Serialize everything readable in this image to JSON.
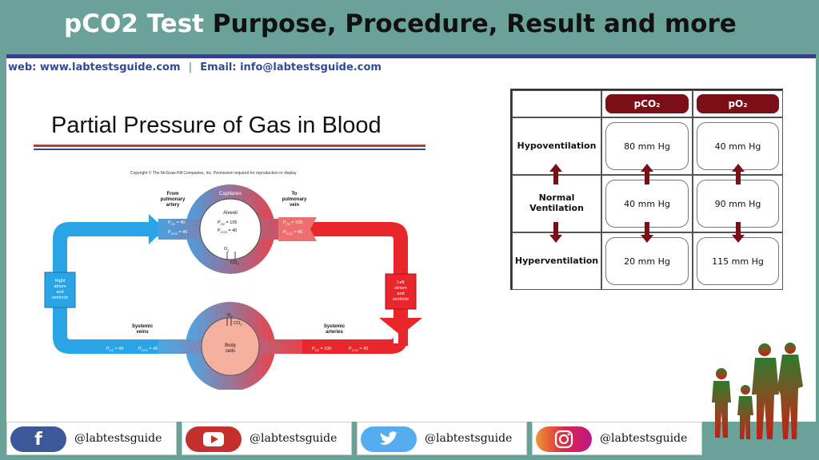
{
  "header": {
    "title_part1": "pCO2 Test ",
    "title_part2": "Purpose, Procedure, Result and more"
  },
  "contact": {
    "web": "web:  www.labtestsguide.com",
    "separator": "|",
    "email": "Email: info@labtestsguide.com"
  },
  "diagram": {
    "title": "Partial Pressure of Gas in Blood",
    "copyright": "Copyright © The McGraw-Hill Companies, Inc. Permission required for reproduction or display",
    "labels": {
      "from_pa_1": "From",
      "from_pa_2": "pulmonary",
      "from_pa_3": "artery",
      "capillaries": "Capillaries",
      "to_pv_1": "To",
      "to_pv_2": "pulmonary",
      "to_pv_3": "vein",
      "alveoli": "Alveoli",
      "alv_po2": "P",
      "alv_po2_val": " = 105",
      "alv_pco2_val": " = 40",
      "in_po2_val": " = 40",
      "in_pco2_val": " = 46",
      "out_po2_val": " = 100",
      "out_pco2_val": " = 40",
      "o2": "O",
      "co2": "CO",
      "right_1": "Right",
      "right_2": "atrium",
      "right_3": "and",
      "right_4": "ventricle",
      "left_1": "Left",
      "left_2": "atrium",
      "left_3": "and",
      "left_4": "ventricle",
      "sys_veins_1": "Systemic",
      "sys_veins_2": "veins",
      "sys_art_1": "Systemic",
      "sys_art_2": "arteries",
      "body_1": "Body",
      "body_2": "cells",
      "sv_po2_val": " = 40",
      "sv_pco2_val": " = 46",
      "sa_po2_val": " = 100",
      "sa_pco2_val": " = 40"
    }
  },
  "table": {
    "headers": [
      "pCO₂",
      "pO₂"
    ],
    "rows": [
      {
        "label": "Hypoventilation",
        "pco2": "80 mm Hg",
        "po2": "40 mm Hg"
      },
      {
        "label": "Normal\nVentilation",
        "pco2": "40 mm Hg",
        "po2": "90 mm Hg"
      },
      {
        "label": "Hyperventilation",
        "pco2": "20 mm Hg",
        "po2": "115 mm Hg"
      }
    ],
    "arrow_color": "#7a0f17"
  },
  "footer": {
    "socials": [
      {
        "icon": "facebook-icon",
        "handle": "@labtestsguide",
        "color": "#3b5998"
      },
      {
        "icon": "youtube-icon",
        "handle": "@labtestsguide",
        "color": "#c4302b"
      },
      {
        "icon": "twitter-icon",
        "handle": "@labtestsguide",
        "color": "#55acee"
      },
      {
        "icon": "instagram-icon",
        "handle": "@labtestsguide",
        "color": "#d6249f"
      }
    ]
  },
  "colors": {
    "teal": "#6aa29a",
    "navy": "#33408a",
    "blue_blood": "#29a4e6",
    "red_blood": "#e8262b",
    "maroon": "#7a0f17"
  }
}
